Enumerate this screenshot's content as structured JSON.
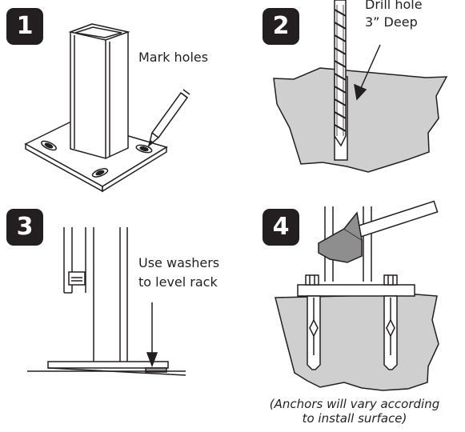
{
  "steps": [
    {
      "number": "1",
      "label": "Mark holes"
    },
    {
      "number": "2",
      "label_line1": "Drill hole",
      "label_line2": "3” Deep"
    },
    {
      "number": "3",
      "label_line1": "Use washers",
      "label_line2": "to level rack"
    },
    {
      "number": "4",
      "caption_line1": "(Anchors will vary according",
      "caption_line2": "to install surface)"
    }
  ],
  "colors": {
    "ink": "#231f20",
    "concrete": "#cfcfcf",
    "washer": "#9a9a9a",
    "background": "#ffffff"
  }
}
